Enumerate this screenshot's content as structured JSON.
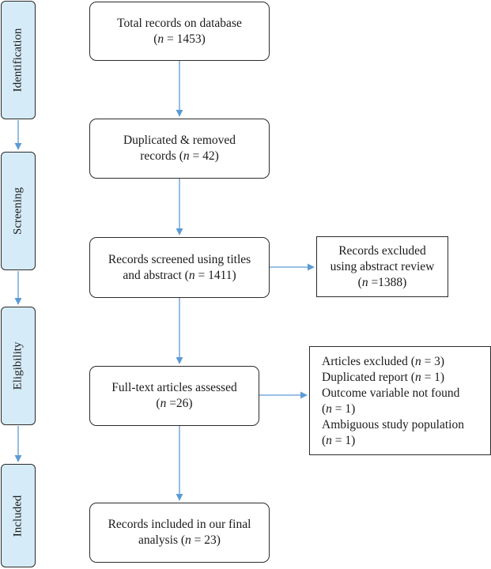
{
  "stages": [
    {
      "id": "identification",
      "label": "Identification"
    },
    {
      "id": "screening",
      "label": "Screening"
    },
    {
      "id": "eligibility",
      "label": "Eligibility"
    },
    {
      "id": "included",
      "label": "Included"
    }
  ],
  "boxes": [
    {
      "id": "total-records",
      "line1": "Total records on database",
      "n_pre": "(",
      "n_var": "n",
      "n_post": " = 1453)"
    },
    {
      "id": "duplicated-removed",
      "line1": "Duplicated & removed",
      "l2_pre": "records (",
      "n_var": "n",
      "n_post": " = 42)"
    },
    {
      "id": "records-screened",
      "line1": "Records screened using titles",
      "l2_pre": "and abstract (",
      "n_var": "n",
      "n_post": " = 1411)"
    },
    {
      "id": "fulltext-assessed",
      "line1": "Full-text articles assessed",
      "l2_pre": "(",
      "n_var": "n",
      "n_post": " =26)"
    },
    {
      "id": "records-included",
      "line1": "Records included in our final",
      "l2_pre": "analysis (",
      "n_var": "n",
      "n_post": " = 23)"
    }
  ],
  "exclusions": {
    "abstract": {
      "line1": "Records excluded",
      "line2": "using abstract review",
      "l3_pre": "(",
      "n_var": "n",
      "n_post": " =1388)"
    },
    "fulltext": {
      "articles_pre": "Articles excluded (",
      "articles_var": "n",
      "articles_post": " = 3)",
      "dup_pre": "Duplicated report (",
      "dup_var": "n",
      "dup_post": " = 1)",
      "outcome": "Outcome variable not found",
      "outcome_n_pre": "(",
      "outcome_n_var": "n",
      "outcome_n_post": " = 1)",
      "ambiguous": "Ambiguous study population",
      "ambiguous_n_pre": "(",
      "ambiguous_n_var": "n",
      "ambiguous_n_post": " = 1)"
    }
  },
  "colors": {
    "arrow": "#5b9bd5",
    "stage_fill": "#d6ebf8",
    "border": "#2b2b2b"
  }
}
